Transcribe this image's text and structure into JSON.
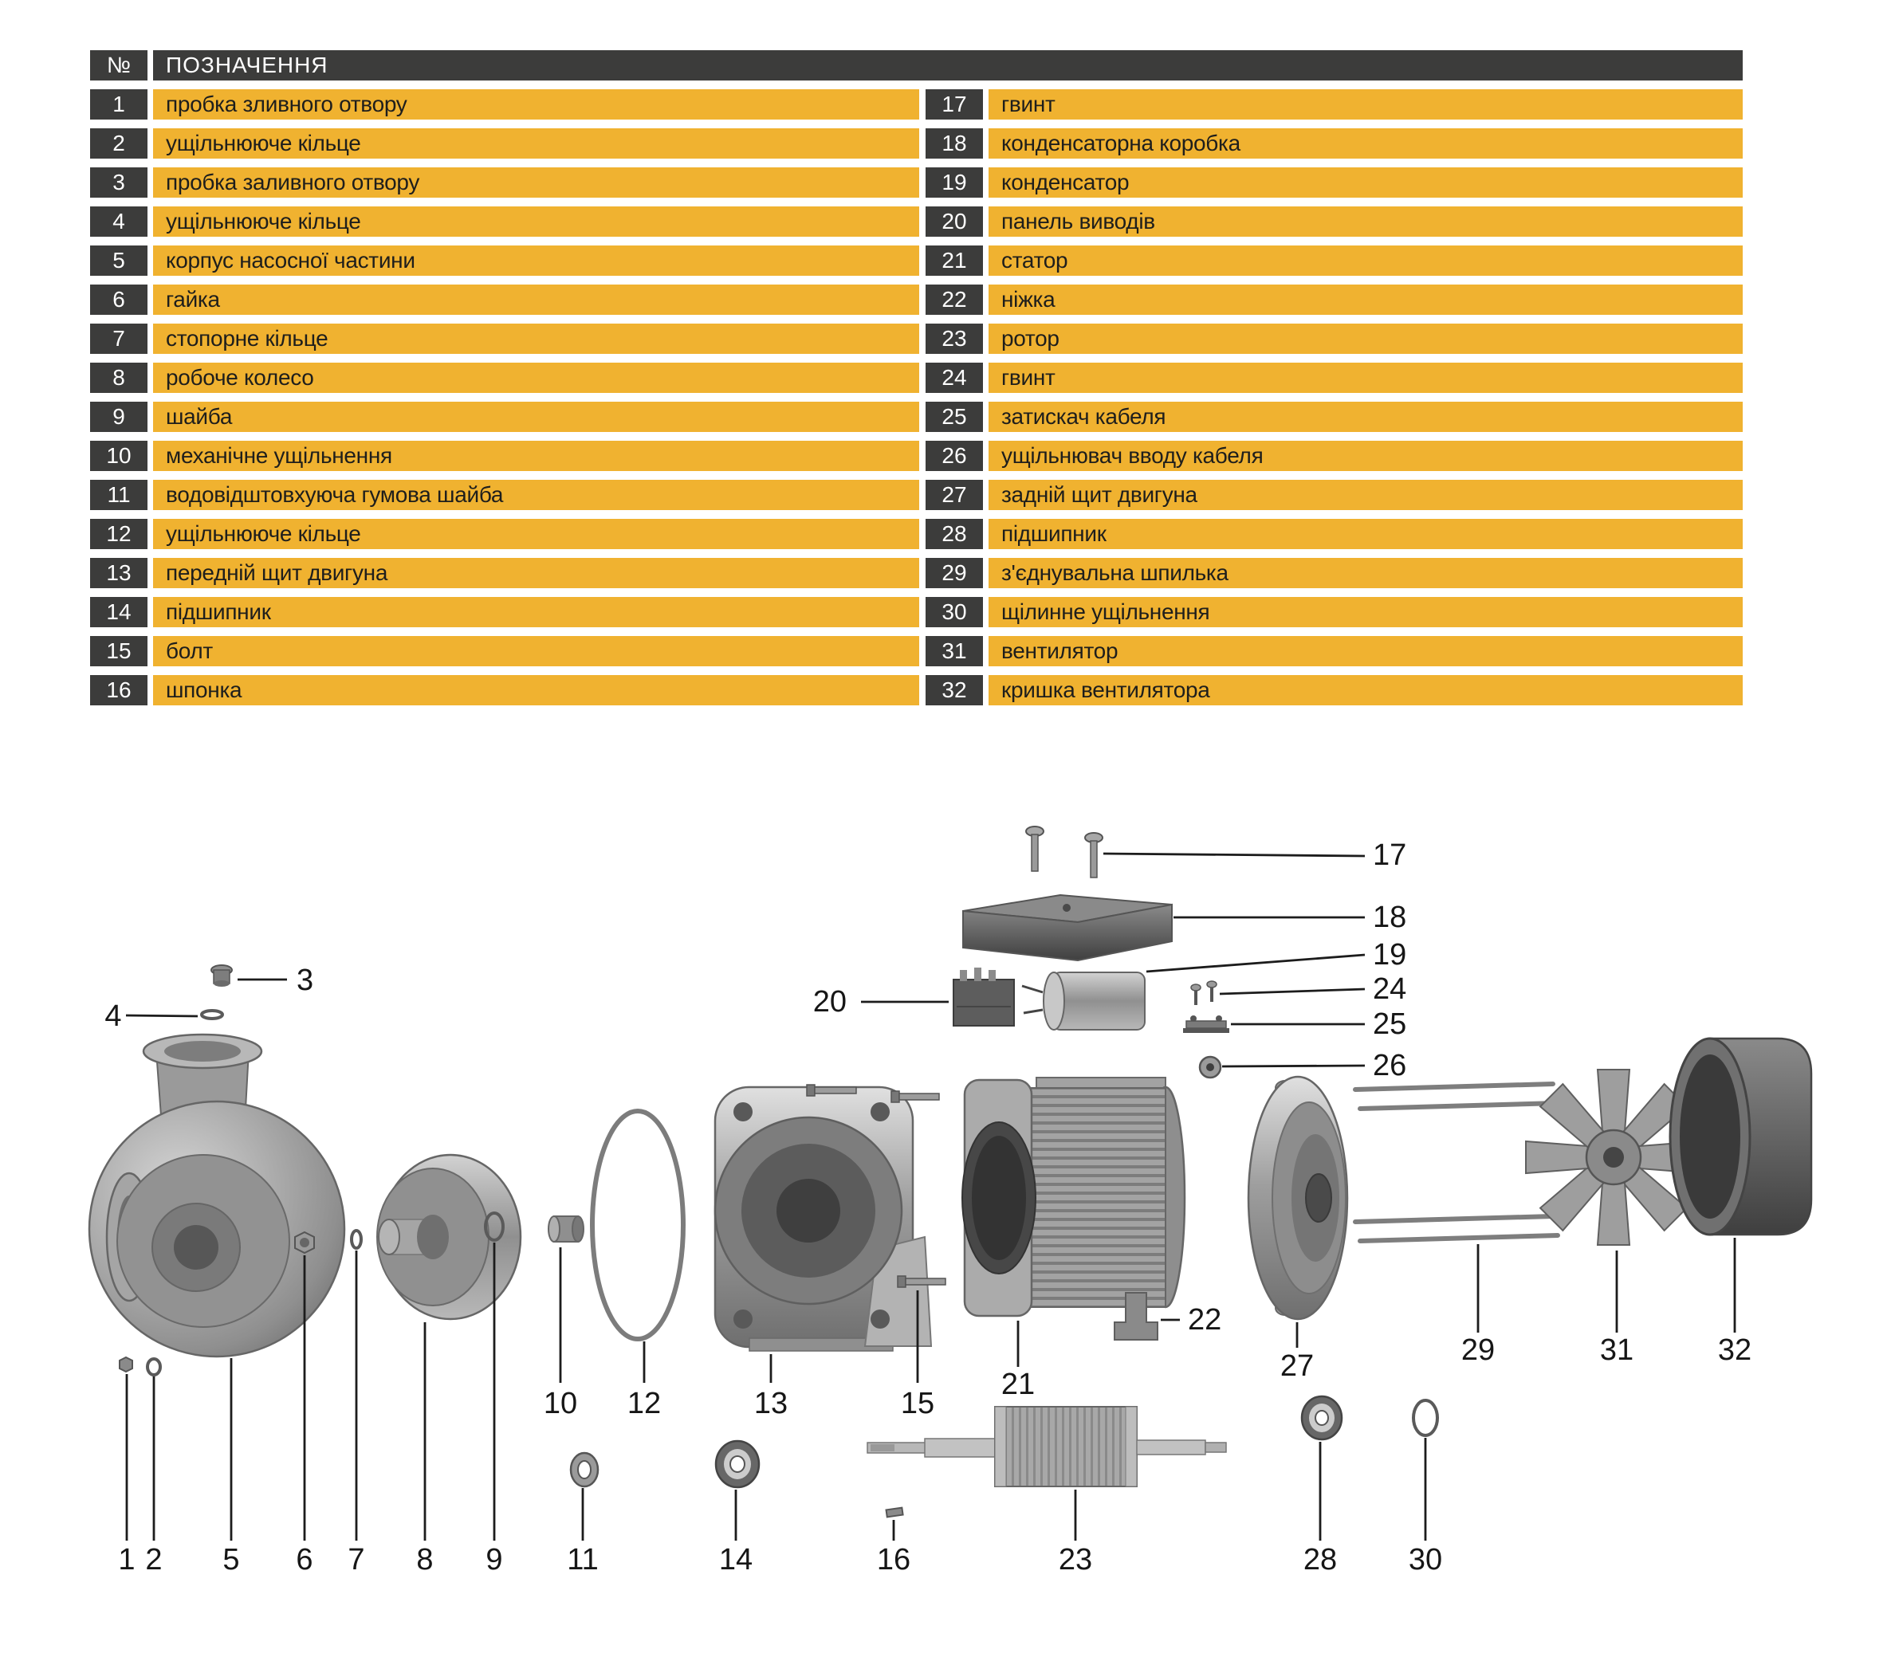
{
  "table": {
    "header": {
      "num": "№",
      "name": "ПОЗНАЧЕННЯ"
    },
    "left": [
      {
        "num": "1",
        "label": "пробка зливного отвору"
      },
      {
        "num": "2",
        "label": "ущільнююче кільце"
      },
      {
        "num": "3",
        "label": "пробка заливного отвору"
      },
      {
        "num": "4",
        "label": "ущільнююче кільце"
      },
      {
        "num": "5",
        "label": "корпус насосної частини"
      },
      {
        "num": "6",
        "label": "гайка"
      },
      {
        "num": "7",
        "label": "стопорне кільце"
      },
      {
        "num": "8",
        "label": "робоче колесо"
      },
      {
        "num": "9",
        "label": "шайба"
      },
      {
        "num": "10",
        "label": "механічне ущільнення"
      },
      {
        "num": "11",
        "label": "водовідштовхуюча гумова шайба"
      },
      {
        "num": "12",
        "label": "ущільнююче кільце"
      },
      {
        "num": "13",
        "label": "передній щит двигуна"
      },
      {
        "num": "14",
        "label": "підшипник"
      },
      {
        "num": "15",
        "label": "болт"
      },
      {
        "num": "16",
        "label": "шпонка"
      }
    ],
    "right": [
      {
        "num": "17",
        "label": "гвинт"
      },
      {
        "num": "18",
        "label": "конденсаторна коробка"
      },
      {
        "num": "19",
        "label": "конденсатор"
      },
      {
        "num": "20",
        "label": "панель виводів"
      },
      {
        "num": "21",
        "label": "статор"
      },
      {
        "num": "22",
        "label": "ніжка"
      },
      {
        "num": "23",
        "label": "ротор"
      },
      {
        "num": "24",
        "label": "гвинт"
      },
      {
        "num": "25",
        "label": "затискач кабеля"
      },
      {
        "num": "26",
        "label": "ущільнювач вводу кабеля"
      },
      {
        "num": "27",
        "label": "задній щит двигуна"
      },
      {
        "num": "28",
        "label": "підшипник"
      },
      {
        "num": "29",
        "label": "з'єднувальна шпилька"
      },
      {
        "num": "30",
        "label": "щілинне ущільнення"
      },
      {
        "num": "31",
        "label": "вентилятор"
      },
      {
        "num": "32",
        "label": "кришка вентилятора"
      }
    ]
  },
  "colors": {
    "accent_yellow": "#F0B230",
    "dark": "#3C3C3B"
  },
  "diagram": {
    "callouts": [
      "1",
      "2",
      "3",
      "4",
      "5",
      "6",
      "7",
      "8",
      "9",
      "10",
      "11",
      "12",
      "13",
      "14",
      "15",
      "16",
      "17",
      "18",
      "19",
      "20",
      "21",
      "22",
      "23",
      "24",
      "25",
      "26",
      "27",
      "28",
      "29",
      "30",
      "31",
      "32"
    ]
  }
}
